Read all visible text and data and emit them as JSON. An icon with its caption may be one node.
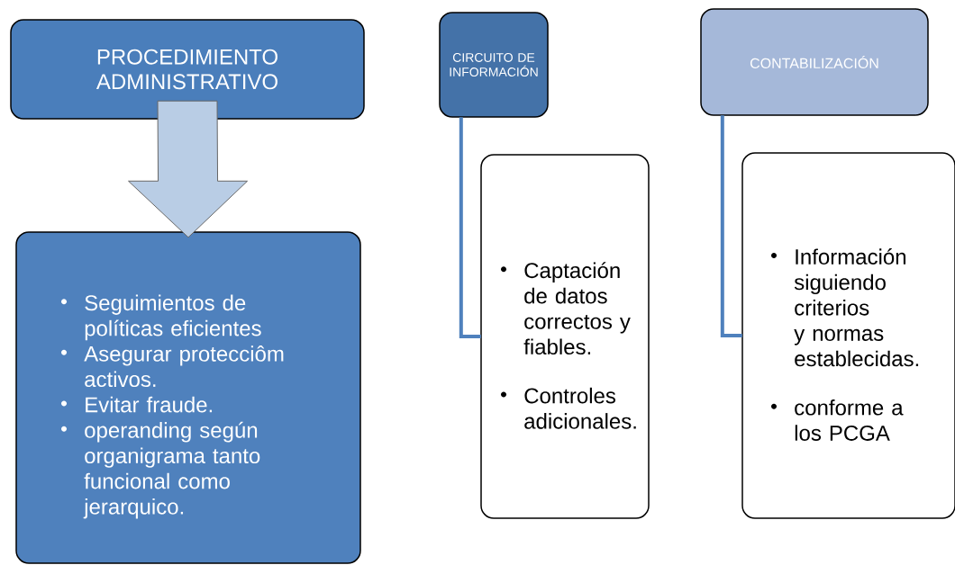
{
  "diagram": {
    "nodes": [
      {
        "text": [
          "PROCEDIMIENTO ADMINISTRATIVO"
        ]
      },
      {
        "text": [
          "Seguimientos de políticas eficientes",
          "Asegurar protecciôm activos.",
          "Evitar fraude.",
          "operanding según organigrama tanto funcional como jerarquico."
        ]
      },
      {
        "text": [
          "CIRCUITO DE INFORMACIÓN"
        ]
      },
      {
        "text": [
          "Captación de datos correctos y fiables.",
          "Controles adicionales."
        ]
      },
      {
        "text": [
          "CONTABILIZACIÓN"
        ]
      },
      {
        "text": [
          "Información siguiendo criterios y normas establecidas.",
          "conforme a los PCGA"
        ]
      }
    ],
    "edges": [
      {
        "from": 0,
        "to": 1,
        "arrow": "to",
        "style": "thick",
        "color": "#b9cde5"
      },
      {
        "from": 2,
        "to": 3,
        "arrow": "none"
      },
      {
        "from": 4,
        "to": 5,
        "arrow": "none"
      }
    ]
  }
}
